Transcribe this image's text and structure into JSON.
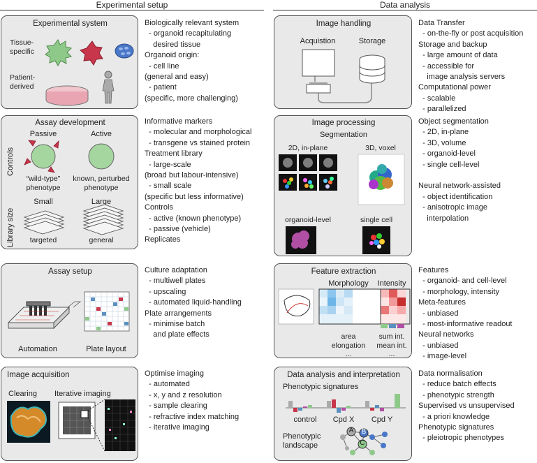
{
  "headers": {
    "left": "Experimental setup",
    "right": "Data analysis"
  },
  "left": {
    "experimental_system": {
      "title": "Experimental system",
      "tissue": "Tissue-\nspecific",
      "patient": "Patient-\nderived",
      "desc": [
        "Biologically relevant system",
        "  - organoid recapitulating",
        "    desired tissue",
        "Organoid origin:",
        "  - cell line",
        "(general and easy)",
        "  - patient",
        "(specific, more challenging)"
      ]
    },
    "assay_development": {
      "title": "Assay development",
      "passive": "Passive",
      "active": "Active",
      "controls_v": "Controls",
      "library_v": "Library size",
      "wild_type": "“wild-type”\nphenotype",
      "known_perturbed": "known, perturbed\nphenotype",
      "small": "Small",
      "large": "Large",
      "targeted": "targeted",
      "general": "general",
      "desc": [
        "Informative markers",
        "  - molecular and morphological",
        "  - transgene vs stained protein",
        "Treatment library",
        "  - large-scale",
        "(broad but labour-intensive)",
        "  - small scale",
        "(specific but less informative)",
        "Controls",
        "  - active (known phenotype)",
        "  - passive (vehicle)",
        "Replicates"
      ]
    },
    "assay_setup": {
      "title": "Assay setup",
      "automation": "Automation",
      "plate_layout": "Plate layout",
      "desc": [
        "Culture adaptation",
        "  - multiwell plates",
        "  - upscaling",
        "  - automated liquid-handling",
        "Plate arrangements",
        "  - minimise batch",
        "    and plate effects"
      ]
    },
    "image_acquisition": {
      "title": "Image acquisition",
      "clearing": "Clearing",
      "iterative": "Iterative imaging",
      "desc": [
        "Optimise imaging",
        "  - automated",
        "  - x, y and z resolution",
        "  - sample clearing",
        "  - refractive index matching",
        "  - iterative imaging"
      ]
    }
  },
  "right": {
    "image_handling": {
      "title": "Image handling",
      "acquisition": "Acquistion",
      "storage": "Storage",
      "desc": [
        "Data Transfer",
        "  - on-the-fly or post acquisition",
        "Storage and backup",
        "  - large amount of data",
        "  - accessible for",
        "    image analysis servers",
        "Computational power",
        "  - scalable",
        "  - parallelized"
      ]
    },
    "image_processing": {
      "title": "Image processing",
      "segmentation": "Segmentation",
      "two_d": "2D, in-plane",
      "three_d": "3D, voxel",
      "organoid_level": "organoid-level",
      "single_cell": "single cell",
      "desc": [
        "Object segmentation",
        "  - 2D, in-plane",
        "  - 3D, volume",
        "  - organoid-level",
        "  - single cell-level",
        "",
        "Neural network-assisted",
        "  - object identification",
        "  - anisotropic image",
        "    interpolation"
      ]
    },
    "feature_extraction": {
      "title": "Feature extraction",
      "morphology": "Morphology",
      "intensity": "Intensity",
      "area": "area",
      "elongation": "elongation",
      "dots": "...",
      "sum_int": "sum int.",
      "mean_int": "mean int.",
      "desc": [
        "Features",
        "  - organoid- and cell-level",
        "  - morphology, intensity",
        "Meta-features",
        "  - unbiased",
        "  - most-informative readout",
        "Neural networks",
        "  - unbiased",
        "  - image-level"
      ]
    },
    "data_analysis": {
      "title": "Data analysis and interpretation",
      "signatures": "Phenotypic signatures",
      "control": "control",
      "cpd_x": "Cpd X",
      "cpd_y": "Cpd Y",
      "landscape": "Phenotypic\nlandscape",
      "node_a": "A",
      "node_b": "B",
      "node_c": "C",
      "desc": [
        "Data normalisation",
        "  - reduce batch effects",
        "  - phenotypic strength",
        "Supervised vs unsupervised",
        "  - a priori knowledge",
        "Phenotypic signatures",
        "  - pleiotropic phenotypes"
      ]
    }
  }
}
